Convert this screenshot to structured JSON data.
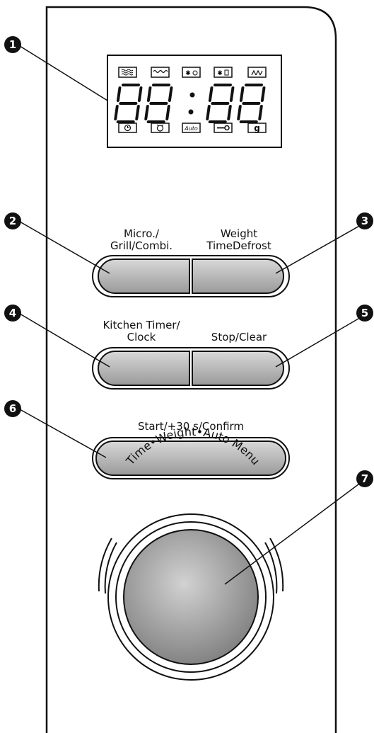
{
  "buttons": {
    "micro_grill_combi": {
      "line1": "Micro./",
      "line2": "Grill/Combi."
    },
    "weight_time_defrost": {
      "line1": "Weight",
      "line2": "TimeDefrost"
    },
    "kitchen_timer_clock": {
      "line1": "Kitchen Timer/",
      "line2": "Clock"
    },
    "stop_clear": {
      "label": "Stop/Clear"
    },
    "start_confirm": {
      "label": "Start/+30 s/Confirm"
    }
  },
  "dial": {
    "ring_text": "Time•Weight•Auto Menu"
  },
  "display": {
    "digits": "88:88",
    "auto_label": "Auto",
    "weight_label": "g"
  },
  "callouts": [
    "1",
    "2",
    "3",
    "4",
    "5",
    "6",
    "7"
  ]
}
